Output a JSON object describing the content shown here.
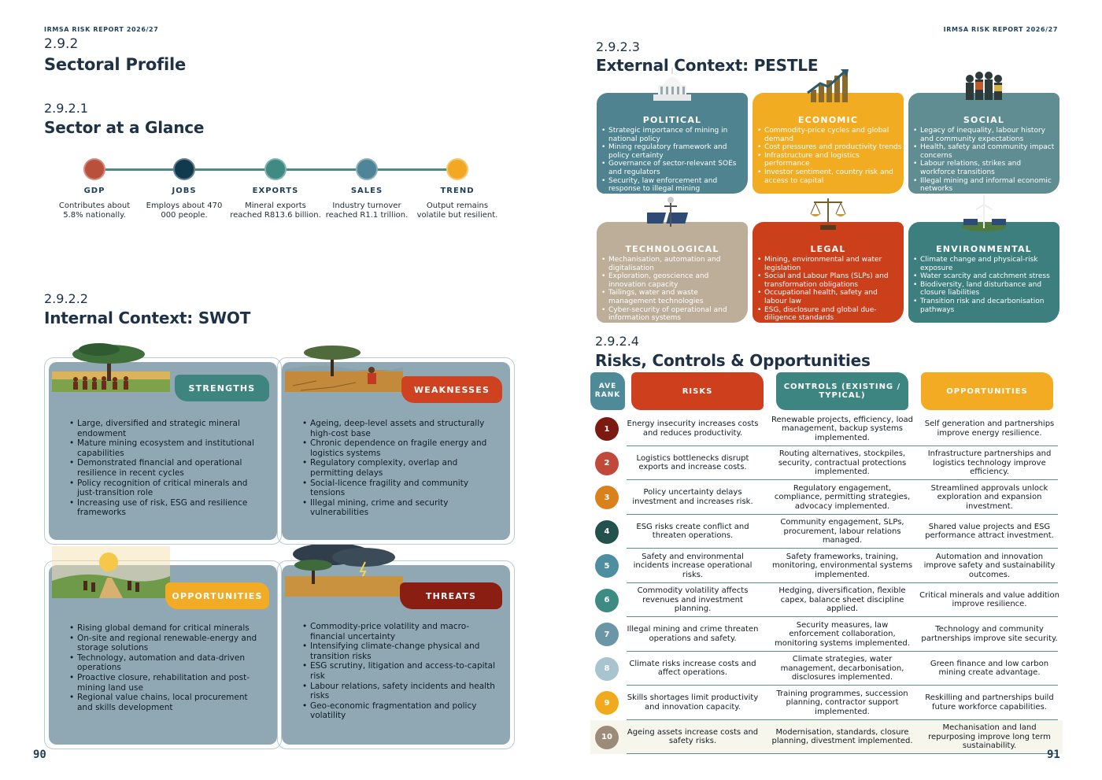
{
  "running_header": "IRMSA RISK REPORT 2026/27",
  "left": {
    "page_number": "90",
    "s1_num": "2.9.2",
    "s1_title": "Sectoral Profile",
    "s2_num": "2.9.2.1",
    "s2_title": "Sector at a Glance",
    "glance": [
      {
        "label": "GDP",
        "text": "Contributes about 5.8% nationally.",
        "color": "#b9503b"
      },
      {
        "label": "JOBS",
        "text": "Employs about 470 000 people.",
        "color": "#123a4f"
      },
      {
        "label": "EXPORTS",
        "text": "Mineral exports reached R813.6 billion.",
        "color": "#3f8b84"
      },
      {
        "label": "SALES",
        "text": "Industry turnover reached R1.1 trillion.",
        "color": "#4f8598"
      },
      {
        "label": "TREND",
        "text": "Output remains volatile but resilient.",
        "color": "#f3a824"
      }
    ],
    "s3_num": "2.9.2.2",
    "s3_title": "Internal Context: SWOT",
    "swot": {
      "strengths": {
        "title": "STRENGTHS",
        "color": "#3f857f",
        "items": [
          "Large, diversified and strategic mineral endowment",
          "Mature mining ecosystem and institutional capabilities",
          "Demonstrated financial and operational resilience in recent cycles",
          "Policy recognition of critical minerals and just-transition role",
          "Increasing use of risk, ESG and resilience frameworks"
        ]
      },
      "weaknesses": {
        "title": "WEAKNESSES",
        "color": "#cf4220",
        "items": [
          "Ageing, deep-level assets and structurally high-cost base",
          "Chronic dependence on fragile energy and logistics systems",
          "Regulatory complexity, overlap and permitting delays",
          "Social-licence fragility and community tensions",
          "Illegal mining, crime and security vulnerabilities"
        ]
      },
      "opportunities": {
        "title": "OPPORTUNITIES",
        "color": "#f1ab25",
        "items": [
          "Rising global demand for critical minerals",
          "On-site and regional renewable-energy and storage solutions",
          "Technology, automation and data-driven operations",
          "Proactive closure, rehabilitation and post-mining land use",
          "Regional value chains, local procurement and skills development"
        ]
      },
      "threats": {
        "title": "THREATS",
        "color": "#8b1e12",
        "items": [
          "Commodity-price volatility and macro-financial uncertainty",
          "Intensifying climate-change physical and transition risks",
          "ESG scrutiny, litigation and access-to-capital risk",
          "Labour relations, safety incidents and health risks",
          "Geo-economic fragmentation and policy volatility"
        ]
      }
    }
  },
  "right": {
    "page_number": "91",
    "s1_num": "2.9.2.3",
    "s1_title": "External Context: PESTLE",
    "pestle": [
      {
        "title": "POLITICAL",
        "icon": "capitol-icon",
        "color": "#4f8390",
        "items": [
          "Strategic importance of mining in national policy",
          "Mining regulatory framework and policy certainty",
          "Governance of sector-relevant SOEs and regulators",
          "Security, law enforcement and response to illegal mining"
        ]
      },
      {
        "title": "ECONOMIC",
        "icon": "growth-chart-icon",
        "color": "#f2ac22",
        "items": [
          "Commodity-price cycles and global demand",
          "Cost pressures and productivity trends",
          "Infrastructure and logistics performance",
          "Investor sentiment, country risk and access to capital"
        ]
      },
      {
        "title": "SOCIAL",
        "icon": "community-icon",
        "color": "#5f8d92",
        "items": [
          "Legacy of inequality, labour history and community expectations",
          "Health, safety and community impact concerns",
          "Labour relations, strikes and workforce transitions",
          "Illegal mining and informal economic networks"
        ]
      },
      {
        "title": "TECHNOLOGICAL",
        "icon": "solar-tech-icon",
        "color": "#bcae98",
        "items": [
          "Mechanisation, automation and digitalisation",
          "Exploration, geoscience and innovation capacity",
          "Tailings, water and waste management technologies",
          "Cyber-security of operational and information systems"
        ]
      },
      {
        "title": "LEGAL",
        "icon": "scales-icon",
        "color": "#cc3f1b",
        "items": [
          "Mining, environmental and water legislation",
          "Social and Labour Plans (SLPs) and transformation obligations",
          "Occupational health, safety and labour law",
          "ESG, disclosure and global due-diligence standards"
        ]
      },
      {
        "title": "ENVIRONMENTAL",
        "icon": "wind-turbine-icon",
        "color": "#3c7f7e",
        "items": [
          "Climate change and physical-risk exposure",
          "Water scarcity and catchment stress",
          "Biodiversity, land disturbance and closure liabilities",
          "Transition risk and decarbonisation pathways"
        ]
      }
    ],
    "s2_num": "2.9.2.4",
    "s2_title": "Risks, Controls & Opportunities",
    "table": {
      "headers": {
        "rank": "AVE RANK",
        "risks": "RISKS",
        "controls": "CONTROLS (EXISTING / TYPICAL)",
        "opportunities": "OPPORTUNITIES"
      },
      "header_colors": {
        "rank": "#4f8a98",
        "risks": "#cd3f1d",
        "controls": "#3c8581",
        "opportunities": "#f2ab22"
      },
      "rows": [
        {
          "rank": "1",
          "color": "#7a1a10",
          "risk": "Energy insecurity increases costs and reduces productivity.",
          "control": "Renewable projects, efficiency, load management, backup systems implemented.",
          "opportunity": "Self generation and partnerships improve energy resilience."
        },
        {
          "rank": "2",
          "color": "#c0493a",
          "risk": "Logistics bottlenecks disrupt exports and increase costs.",
          "control": "Routing alternatives, stockpiles, security, contractual protections implemented.",
          "opportunity": "Infrastructure partnerships and logistics technology improve efficiency."
        },
        {
          "rank": "3",
          "color": "#d9821c",
          "risk": "Policy uncertainty delays investment and increases risk.",
          "control": "Regulatory engagement, compliance, permitting strategies, advocacy implemented.",
          "opportunity": "Streamlined approvals unlock exploration and expansion investment."
        },
        {
          "rank": "4",
          "color": "#23514d",
          "risk": "ESG risks create conflict and threaten operations.",
          "control": "Community engagement, SLPs, procurement, labour relations managed.",
          "opportunity": "Shared value projects and ESG performance attract investment."
        },
        {
          "rank": "5",
          "color": "#4d8ea0",
          "risk": "Safety and environmental incidents increase operational risks.",
          "control": "Safety frameworks, training, monitoring, environmental systems implemented.",
          "opportunity": "Automation and innovation improve safety and sustainability outcomes."
        },
        {
          "rank": "6",
          "color": "#3e8b84",
          "risk": "Commodity volatility affects revenues and investment planning.",
          "control": "Hedging, diversification, flexible capex, balance sheet discipline applied.",
          "opportunity": "Critical minerals and value addition improve resilience."
        },
        {
          "rank": "7",
          "color": "#6a96a8",
          "risk": "Illegal mining and crime threaten operations and safety.",
          "control": "Security measures, law enforcement collaboration, monitoring systems implemented.",
          "opportunity": "Technology and community partnerships improve site security."
        },
        {
          "rank": "8",
          "color": "#a8c4cf",
          "risk": "Climate risks increase costs and affect operations.",
          "control": "Climate strategies, water management, decarbonisation, disclosures implemented.",
          "opportunity": "Green finance and low carbon mining create advantage."
        },
        {
          "rank": "9",
          "color": "#f2aa1d",
          "risk": "Skills shortages limit productivity and innovation capacity.",
          "control": "Training programmes, succession planning, contractor support implemented.",
          "opportunity": "Reskilling and partnerships build future workforce capabilities."
        },
        {
          "rank": "10",
          "color": "#9c8b78",
          "risk": "Ageing assets increase costs and safety risks.",
          "control": "Modernisation, standards, closure planning, divestment implemented.",
          "opportunity": "Mechanisation and land repurposing improve long term sustainability."
        }
      ]
    }
  }
}
